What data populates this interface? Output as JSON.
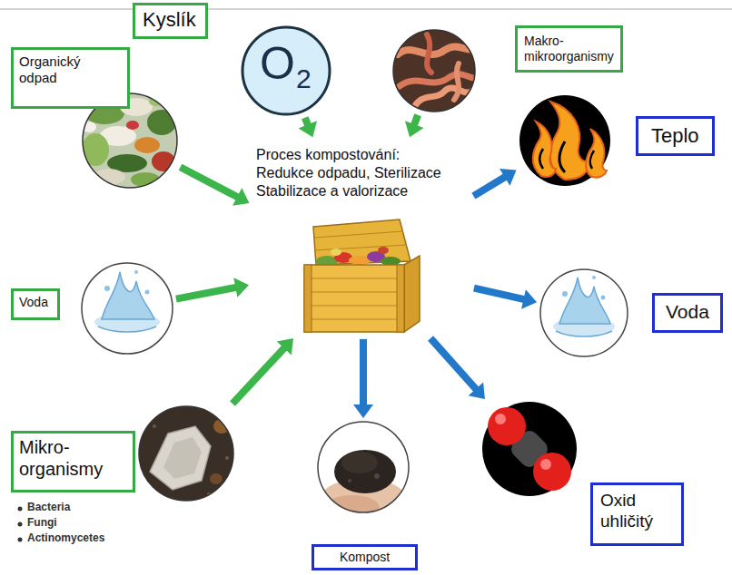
{
  "diagram": {
    "nodes": [
      {
        "text": [
          "Kyslík"
        ]
      },
      {
        "text": [
          "Organický odpad"
        ]
      },
      {
        "text": [
          "Makro- mikroorganismy"
        ]
      },
      {
        "text": [
          "Teplo"
        ]
      },
      {
        "text": [
          "Proces kompostování:",
          "Redukce odpadu, Sterilizace Stabilizace a valorizace"
        ]
      },
      {
        "text": [
          "Voda"
        ]
      },
      {
        "text": [
          "Voda"
        ]
      },
      {
        "text": [
          "Mikro- organismy"
        ]
      },
      {
        "text": [
          "Oxid uhličitý"
        ]
      },
      {
        "text": [
          "Kompost"
        ]
      }
    ],
    "edges": [
      {
        "from": 1,
        "to": 4,
        "arrow": "to"
      },
      {
        "from": 0,
        "to": 4,
        "arrow": "to"
      },
      {
        "from": 2,
        "to": 4,
        "arrow": "to"
      },
      {
        "from": 5,
        "to": 4,
        "arrow": "to"
      },
      {
        "from": 7,
        "to": 4,
        "arrow": "to"
      },
      {
        "from": 4,
        "to": 3,
        "arrow": "to"
      },
      {
        "from": 4,
        "to": 6,
        "arrow": "to"
      },
      {
        "from": 4,
        "to": 8,
        "arrow": "to"
      },
      {
        "from": 4,
        "to": 9,
        "arrow": "to"
      }
    ],
    "labels": [
      "O",
      "2",
      "Bacteria",
      "Fungi",
      "Actinomycetes"
    ]
  }
}
